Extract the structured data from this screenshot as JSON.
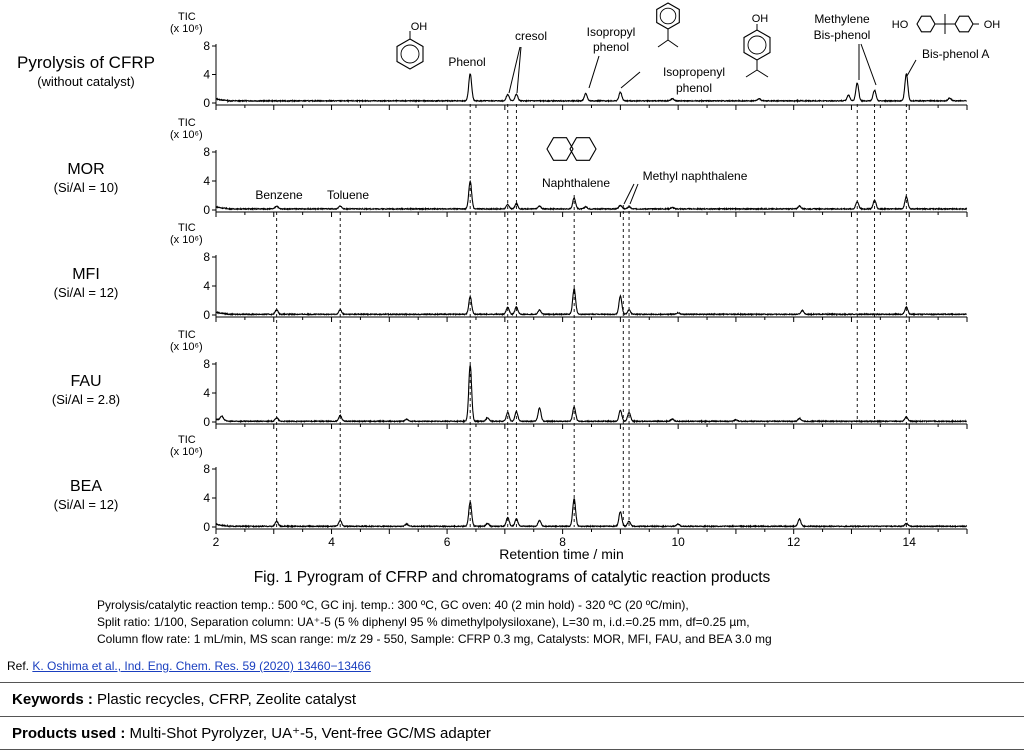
{
  "chart_data": {
    "type": "line",
    "title": "Fig. 1 Pyrogram of CFRP and chromatograms of catalytic reaction products",
    "xlabel": "Retention time / min",
    "xlim": [
      2,
      15
    ],
    "x_ticks": [
      "2",
      "4",
      "6",
      "8",
      "10",
      "12",
      "14"
    ],
    "ylabel_line1": "TIC",
    "ylabel_line2": "(x 10⁶)",
    "ylim": [
      0,
      8
    ],
    "y_ticks": [
      "0",
      "4",
      "8"
    ],
    "series": [
      {
        "name": "Pyrolysis of CFRP",
        "subtitle": "(without catalyst)",
        "baseline": 0.3,
        "peaks": [
          [
            6.4,
            3.8
          ],
          [
            7.05,
            0.9
          ],
          [
            7.2,
            0.9
          ],
          [
            8.4,
            1.0
          ],
          [
            9.0,
            1.2
          ],
          [
            9.9,
            0.3
          ],
          [
            11.4,
            0.3
          ],
          [
            12.95,
            0.8
          ],
          [
            13.1,
            2.5
          ],
          [
            13.4,
            1.5
          ],
          [
            13.95,
            3.8
          ],
          [
            14.7,
            0.4
          ]
        ]
      },
      {
        "name": "MOR",
        "subtitle": "(Si/Al = 10)",
        "baseline": 0.15,
        "peaks": [
          [
            3.05,
            0.4
          ],
          [
            4.15,
            0.4
          ],
          [
            6.4,
            3.8
          ],
          [
            7.05,
            0.6
          ],
          [
            7.2,
            0.7
          ],
          [
            7.6,
            0.4
          ],
          [
            8.2,
            1.5
          ],
          [
            8.4,
            0.3
          ],
          [
            9.0,
            0.5
          ],
          [
            9.15,
            0.3
          ],
          [
            9.9,
            0.2
          ],
          [
            12.1,
            0.4
          ],
          [
            13.1,
            1.0
          ],
          [
            13.4,
            1.2
          ],
          [
            13.95,
            1.7
          ]
        ]
      },
      {
        "name": "MFI",
        "subtitle": "(Si/Al = 12)",
        "baseline": 0.1,
        "peaks": [
          [
            3.05,
            0.6
          ],
          [
            4.15,
            0.6
          ],
          [
            6.4,
            2.4
          ],
          [
            7.05,
            1.0
          ],
          [
            7.2,
            1.0
          ],
          [
            7.6,
            0.6
          ],
          [
            8.2,
            3.5
          ],
          [
            9.0,
            2.5
          ],
          [
            9.15,
            0.6
          ],
          [
            10.0,
            0.2
          ],
          [
            12.15,
            0.5
          ],
          [
            13.95,
            1.0
          ]
        ]
      },
      {
        "name": "FAU",
        "subtitle": "(Si/Al = 2.8)",
        "baseline": 0.1,
        "peaks": [
          [
            2.1,
            0.6
          ],
          [
            3.05,
            0.5
          ],
          [
            4.15,
            0.8
          ],
          [
            5.3,
            0.3
          ],
          [
            6.4,
            7.7
          ],
          [
            6.7,
            0.5
          ],
          [
            7.05,
            1.2
          ],
          [
            7.2,
            1.3
          ],
          [
            7.6,
            1.8
          ],
          [
            8.2,
            2.0
          ],
          [
            9.0,
            1.5
          ],
          [
            9.15,
            1.2
          ],
          [
            9.9,
            0.3
          ],
          [
            11.0,
            0.2
          ],
          [
            12.1,
            0.4
          ],
          [
            13.95,
            0.6
          ]
        ]
      },
      {
        "name": "BEA",
        "subtitle": "(Si/Al = 12)",
        "baseline": 0.1,
        "peaks": [
          [
            3.05,
            0.7
          ],
          [
            4.15,
            0.8
          ],
          [
            5.3,
            0.3
          ],
          [
            6.4,
            3.3
          ],
          [
            6.7,
            0.4
          ],
          [
            7.05,
            1.2
          ],
          [
            7.2,
            1.0
          ],
          [
            7.6,
            0.8
          ],
          [
            8.2,
            3.8
          ],
          [
            9.0,
            2.0
          ],
          [
            9.15,
            0.7
          ],
          [
            10.0,
            0.3
          ],
          [
            12.1,
            1.0
          ],
          [
            13.95,
            0.4
          ]
        ]
      }
    ],
    "reference_lines": {
      "phenol": 6.4,
      "cresol_1": 7.05,
      "cresol_2": 7.2,
      "benzene": 3.05,
      "toluene": 4.15,
      "naphthalene": 8.2,
      "methyl_naphthalene_1": 9.05,
      "methyl_naphthalene_2": 9.15,
      "methylene_bisphenol_1": 13.1,
      "methylene_bisphenol_2": 13.4,
      "bisphenol_a": 13.95
    },
    "annotations": {
      "phenol": "Phenol",
      "cresol": "cresol",
      "isopropyl_1": "Isopropyl",
      "isopropyl_2": "phenol",
      "isopropenyl_1": "Isopropenyl",
      "isopropenyl_2": "phenol",
      "methylene_1": "Methylene",
      "methylene_2": "Bis-phenol",
      "bisphenol_a": "Bis-phenol A",
      "benzene": "Benzene",
      "toluene": "Toluene",
      "naphthalene": "Naphthalene",
      "methyl_naphthalene": "Methyl naphthalene",
      "oh": "OH",
      "ho": "HO"
    }
  },
  "conditions": {
    "line1": "Pyrolysis/catalytic reaction temp.: 500 ºC, GC inj. temp.: 300 ºC, GC oven: 40 (2 min hold) - 320 ºC (20 ºC/min),",
    "line2": "Split ratio: 1/100, Separation column: UA⁺-5 (5 % diphenyl 95 % dimethylpolysiloxane), L=30 m, i.d.=0.25 mm, df=0.25 µm,",
    "line3": "Column flow rate: 1 mL/min, MS scan range: m/z 29 - 550, Sample: CFRP 0.3 mg, Catalysts: MOR, MFI, FAU, and BEA 3.0 mg"
  },
  "reference": {
    "prefix": "Ref.",
    "link": "K. Oshima et al., Ind. Eng. Chem. Res. 59 (2020) 13460−13466"
  },
  "keywords": {
    "label": "Keywords :",
    "value": "Plastic recycles, CFRP, Zeolite catalyst"
  },
  "products": {
    "label": "Products used :",
    "value": "Multi-Shot Pyrolyzer, UA⁺-5, Vent-free GC/MS adapter"
  }
}
